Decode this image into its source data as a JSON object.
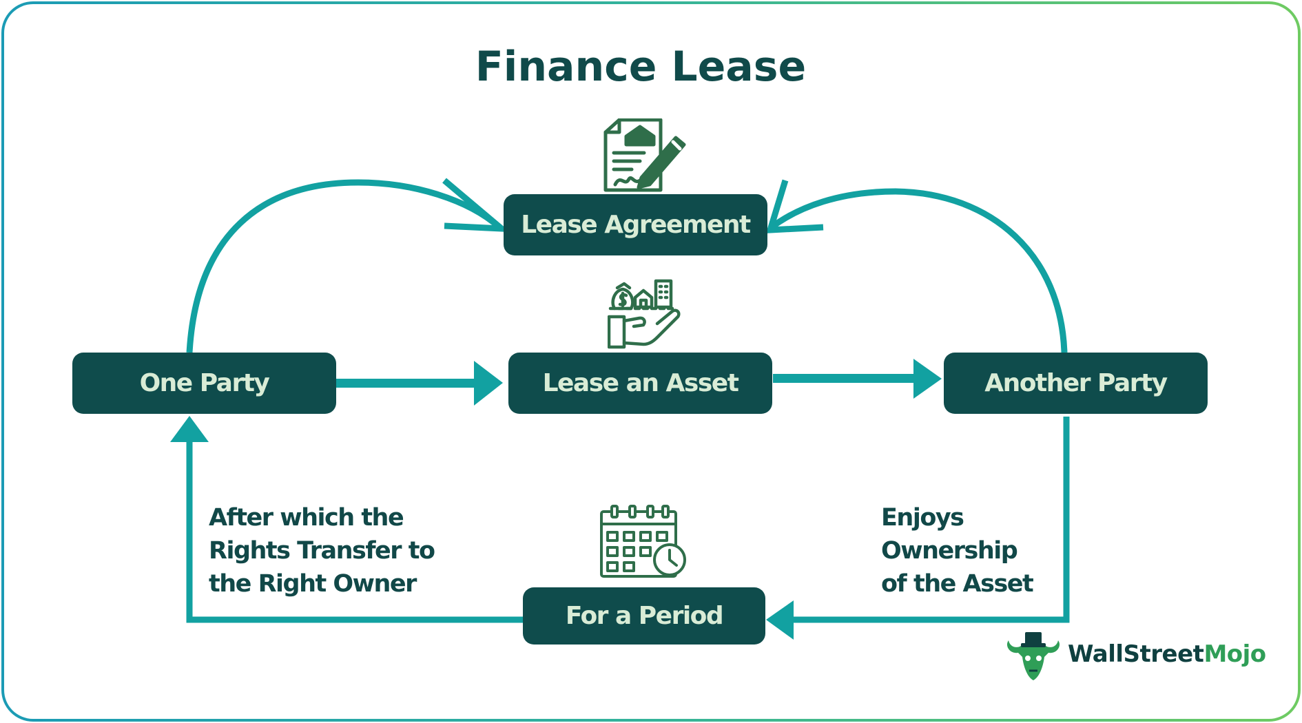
{
  "title": "Finance Lease",
  "nodes": {
    "lease_agreement": "Lease Agreement",
    "one_party": "One Party",
    "lease_asset": "Lease an Asset",
    "another_party": "Another Party",
    "period": "For a Period"
  },
  "notes": {
    "left": [
      "After which the",
      "Rights Transfer to",
      "the Right Owner"
    ],
    "right": [
      "Enjoys",
      "Ownership",
      "of the Asset"
    ]
  },
  "icons": {
    "agreement": "contract-document-pen-icon",
    "asset": "hand-holding-money-house-building-icon",
    "period": "calendar-clock-icon"
  },
  "logo": {
    "part1": "WallStreet",
    "part2": "Mojo",
    "icon": "bull-mascot-icon"
  },
  "colors": {
    "box": "#0f4c4c",
    "box_text": "#d9ecd6",
    "arrow": "#12a1a1",
    "title": "#104a4a",
    "icon": "#2f6e4a",
    "logo_green": "#2f9e57"
  }
}
